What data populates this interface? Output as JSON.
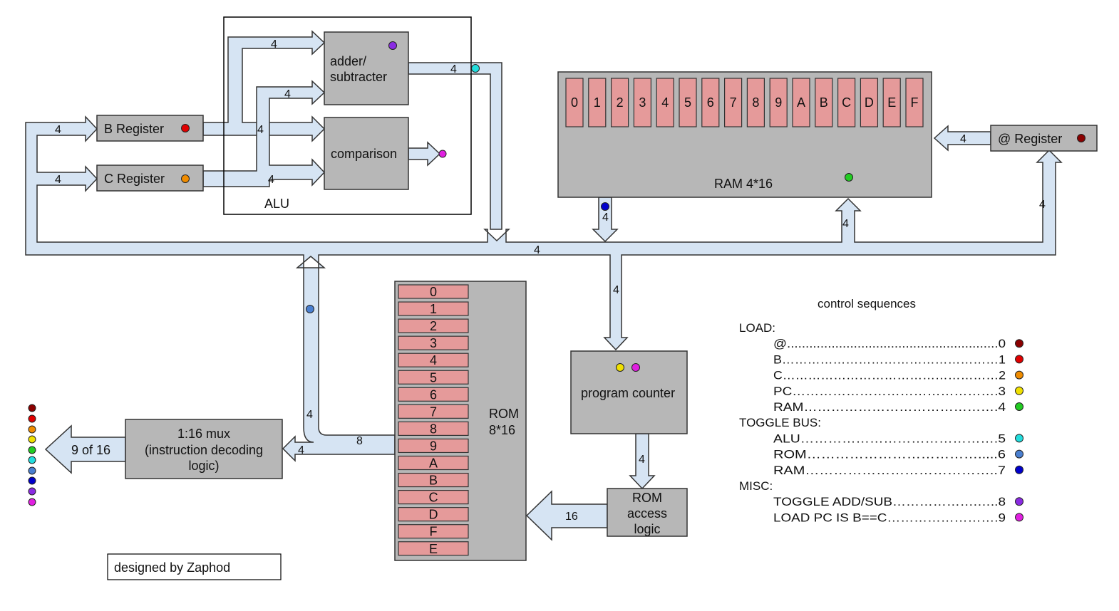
{
  "colors": {
    "box": "#b7b7b7",
    "cell": "#e59a9a",
    "bus": "#d6e4f3",
    "c0": "#8b0000",
    "c1": "#e00000",
    "c2": "#f08c00",
    "c3": "#f0e000",
    "c4": "#22cc22",
    "c5": "#22dddd",
    "c6": "#4a7fd0",
    "c7": "#0000cc",
    "c8": "#8a2be2",
    "c9": "#e020e0"
  },
  "alu": {
    "label": "ALU",
    "adder_line1": "adder/",
    "adder_line2": "subtracter",
    "comparison": "comparison"
  },
  "registers": {
    "b": "B Register",
    "c": "C Register",
    "at": "@ Register"
  },
  "ram": {
    "label": "RAM 4*16",
    "cells": [
      "0",
      "1",
      "2",
      "3",
      "4",
      "5",
      "6",
      "7",
      "8",
      "9",
      "A",
      "B",
      "C",
      "D",
      "E",
      "F"
    ]
  },
  "rom": {
    "label_line1": "ROM",
    "label_line2": "8*16",
    "cells": [
      "0",
      "1",
      "2",
      "3",
      "4",
      "5",
      "6",
      "7",
      "8",
      "9",
      "A",
      "B",
      "C",
      "D",
      "F",
      "E"
    ]
  },
  "program_counter": "program counter",
  "rom_access": [
    "ROM",
    "access",
    "logic"
  ],
  "mux": [
    "1:16 mux",
    "(instruction decoding",
    "logic)"
  ],
  "mux_out": "9 of 16",
  "credit": "designed by Zaphod",
  "bus_widths": {
    "b_in": "4",
    "c_in": "4",
    "alu_top": "4",
    "alu_mid": "4",
    "alu_b": "4",
    "alu_c": "4",
    "adder_out": "4",
    "main_bus": "4",
    "ram_out": "4",
    "ram_in": "4",
    "at_in": "4",
    "at_from_bus": "4",
    "pc_in": "4",
    "pc_out": "4",
    "rom_access_out": "16",
    "rom_out": "8",
    "rom_up": "4",
    "mux_in": "4"
  },
  "control": {
    "title": "control sequences",
    "groups": [
      {
        "header": "LOAD:",
        "items": [
          {
            "text": "@.........................................................0",
            "color": "#8b0000"
          },
          {
            "text": "B……………………………………………1",
            "color": "#e00000"
          },
          {
            "text": "C……………………………………………2",
            "color": "#f08c00"
          },
          {
            "text": "PC……………………………………….3",
            "color": "#f0e000"
          },
          {
            "text": "RAM…………………………………….4",
            "color": "#22cc22"
          }
        ]
      },
      {
        "header": "TOGGLE BUS:",
        "items": [
          {
            "text": "ALU…………………………………….5",
            "color": "#22dddd"
          },
          {
            "text": "ROM……………………………….....6",
            "color": "#4a7fd0"
          },
          {
            "text": "RAM…………………………………..7",
            "color": "#0000cc"
          }
        ]
      },
      {
        "header": "MISC:",
        "items": [
          {
            "text": "TOGGLE ADD/SUB……………….…..8",
            "color": "#8a2be2"
          },
          {
            "text": "LOAD PC IS B==C…………………….9",
            "color": "#e020e0"
          }
        ]
      }
    ]
  }
}
